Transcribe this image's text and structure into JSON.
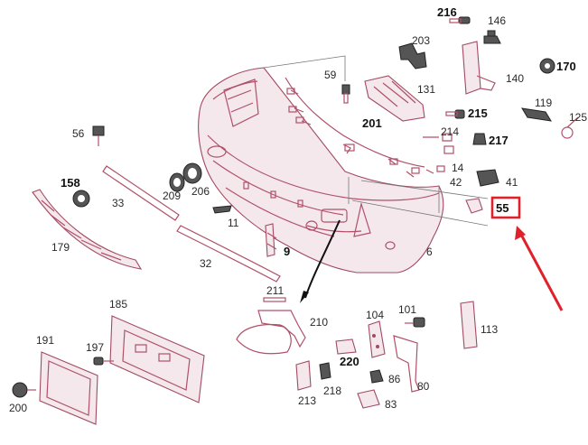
{
  "labels": {
    "p216": "216",
    "p146": "146",
    "p203": "203",
    "p59": "59",
    "p170": "170",
    "p140": "140",
    "p131": "131",
    "p119": "119",
    "p125": "125",
    "p215": "215",
    "p201": "201",
    "p214": "214",
    "p217": "217",
    "p56": "56",
    "p14": "14",
    "p42": "42",
    "p41": "41",
    "p158": "158",
    "p33": "33",
    "p209": "209",
    "p206": "206",
    "p11": "11",
    "p55": "55",
    "p179": "179",
    "p9": "9",
    "p6": "6",
    "p32": "32",
    "p211": "211",
    "p185": "185",
    "p101": "101",
    "p104": "104",
    "p210": "210",
    "p113": "113",
    "p191": "191",
    "p197": "197",
    "p220": "220",
    "p86": "86",
    "p218": "218",
    "p200": "200",
    "p80": "80",
    "p213": "213",
    "p83": "83"
  },
  "colors": {
    "part_stroke": "#b0506a",
    "part_fill": "#f4e8ec",
    "highlight": "#e0202a"
  },
  "highlight": {
    "part": "55"
  }
}
